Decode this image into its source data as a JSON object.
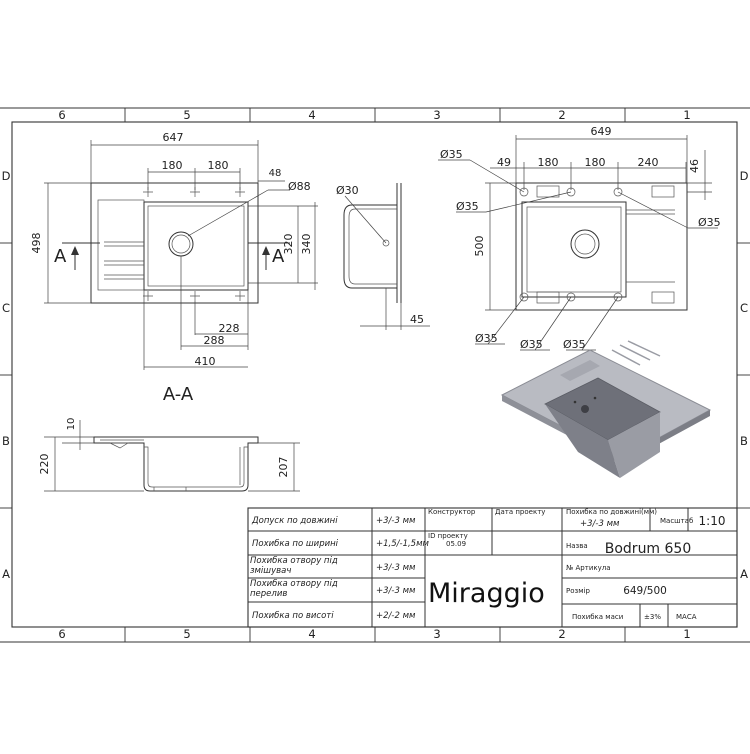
{
  "frame": {
    "columns": [
      "6",
      "5",
      "4",
      "3",
      "2",
      "1"
    ],
    "rows": [
      "D",
      "C",
      "B",
      "A"
    ]
  },
  "top_view": {
    "width": "647",
    "spacing_left": "180",
    "spacing_right": "180",
    "offset": "48",
    "hole": "Ø88",
    "height": "498",
    "bowl_height_1": "320",
    "bowl_height_2": "340",
    "dim_228": "228",
    "dim_288": "288",
    "dim_410": "410",
    "section_marker": "A"
  },
  "side_view": {
    "hole": "Ø30",
    "depth": "45"
  },
  "bottom_view": {
    "width": "649",
    "d49": "49",
    "d180a": "180",
    "d180b": "180",
    "d240": "240",
    "d46": "46",
    "height": "500",
    "hole_labels": [
      "Ø35",
      "Ø35",
      "Ø35",
      "Ø35",
      "Ø35",
      "Ø35"
    ]
  },
  "section": {
    "title": "A-A",
    "d10": "10",
    "d220": "220",
    "d207": "207"
  },
  "table": {
    "rows": [
      {
        "label": "Допуск по довжині",
        "value": "+3/-3 мм"
      },
      {
        "label": "Похибка по ширині",
        "value": "+1,5/-1,5мм"
      },
      {
        "label": "Похибка отвору під змішувач",
        "value": "+3/-3 мм"
      },
      {
        "label": "Похибка отвору під перелив",
        "value": "+3/-3 мм"
      },
      {
        "label": "Похибка по висоті",
        "value": "+2/-2 мм"
      }
    ],
    "constructor_label": "Конструктор",
    "date_label": "Дата проекту",
    "project_id_label": "ID проекту",
    "project_id_value": "05.09",
    "brand": "Miraggio",
    "length_tolerance_label": "Похибка по довжині(мм)",
    "length_tolerance_value": "+3/-3 мм",
    "scale_label": "Масштаб",
    "scale_value": "1:10",
    "name_label": "Назва",
    "name_value": "Bodrum 650",
    "article_label": "№ Артикула",
    "size_label": "Розмір",
    "size_value": "649/500",
    "mass_error_label": "Похибка маси",
    "mass_error_value": "±3%",
    "mass_label": "МАСА"
  },
  "colors": {
    "line": "#333333",
    "render_light": "#b9bbc2",
    "render_mid": "#9a9ca4",
    "render_dark": "#6e7079"
  }
}
